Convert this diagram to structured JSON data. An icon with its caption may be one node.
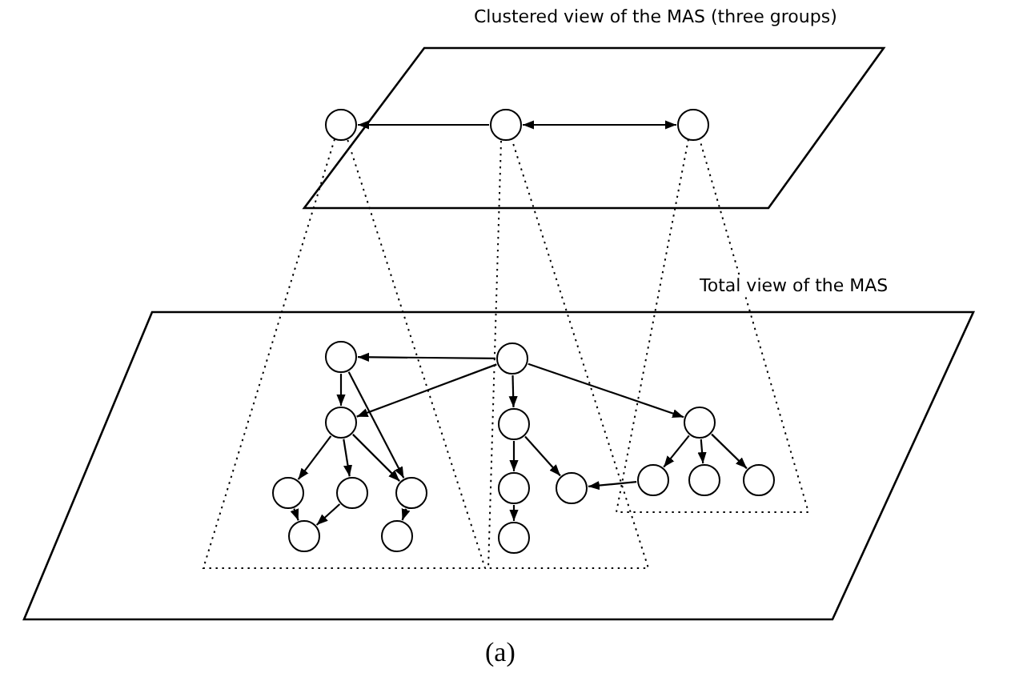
{
  "diagram": {
    "caption": "(a)",
    "nodes": [
      {
        "text": [
          "Clustered view of the MAS (three groups)"
        ]
      },
      {
        "text": [],
        "shape": "circle",
        "in": 0
      },
      {
        "text": [],
        "shape": "circle",
        "in": 0
      },
      {
        "text": [],
        "shape": "circle",
        "in": 0
      },
      {
        "text": [
          "Total view of the MAS"
        ]
      },
      {
        "text": [],
        "shape": "circle",
        "in": 4
      },
      {
        "text": [],
        "shape": "circle",
        "in": 4
      },
      {
        "text": [],
        "shape": "circle",
        "in": 4
      },
      {
        "text": [],
        "shape": "circle",
        "in": 4
      },
      {
        "text": [],
        "shape": "circle",
        "in": 4
      },
      {
        "text": [],
        "shape": "circle",
        "in": 4
      },
      {
        "text": [],
        "shape": "circle",
        "in": 4
      },
      {
        "text": [],
        "shape": "circle",
        "in": 4
      },
      {
        "text": [],
        "shape": "circle",
        "in": 4
      },
      {
        "text": [],
        "shape": "circle",
        "in": 4
      },
      {
        "text": [],
        "shape": "circle",
        "in": 4
      },
      {
        "text": [],
        "shape": "circle",
        "in": 4
      },
      {
        "text": [],
        "shape": "circle",
        "in": 4
      },
      {
        "text": [],
        "shape": "circle",
        "in": 4
      },
      {
        "text": [],
        "shape": "circle",
        "in": 4
      },
      {
        "text": [],
        "shape": "circle",
        "in": 4
      }
    ],
    "edges": [
      {
        "from": 2,
        "to": 1,
        "arrow": "to"
      },
      {
        "from": 2,
        "to": 3,
        "arrow": "both"
      },
      {
        "from": 6,
        "to": 5,
        "arrow": "to"
      },
      {
        "from": 6,
        "to": 7,
        "arrow": "to"
      },
      {
        "from": 5,
        "to": 7,
        "arrow": "to"
      },
      {
        "from": 5,
        "to": 10,
        "arrow": "to"
      },
      {
        "from": 7,
        "to": 8,
        "arrow": "to"
      },
      {
        "from": 7,
        "to": 9,
        "arrow": "to"
      },
      {
        "from": 7,
        "to": 10,
        "arrow": "to"
      },
      {
        "from": 8,
        "to": 11,
        "arrow": "to"
      },
      {
        "from": 9,
        "to": 11,
        "arrow": "to"
      },
      {
        "from": 10,
        "to": 12,
        "arrow": "to"
      },
      {
        "from": 6,
        "to": 13,
        "arrow": "to"
      },
      {
        "from": 13,
        "to": 14,
        "arrow": "to"
      },
      {
        "from": 14,
        "to": 16,
        "arrow": "to"
      },
      {
        "from": 13,
        "to": 15,
        "arrow": "to"
      },
      {
        "from": 6,
        "to": 17,
        "arrow": "to"
      },
      {
        "from": 17,
        "to": 18,
        "arrow": "to"
      },
      {
        "from": 17,
        "to": 19,
        "arrow": "to"
      },
      {
        "from": 17,
        "to": 20,
        "arrow": "to"
      },
      {
        "from": 18,
        "to": 15,
        "arrow": "to"
      }
    ]
  }
}
